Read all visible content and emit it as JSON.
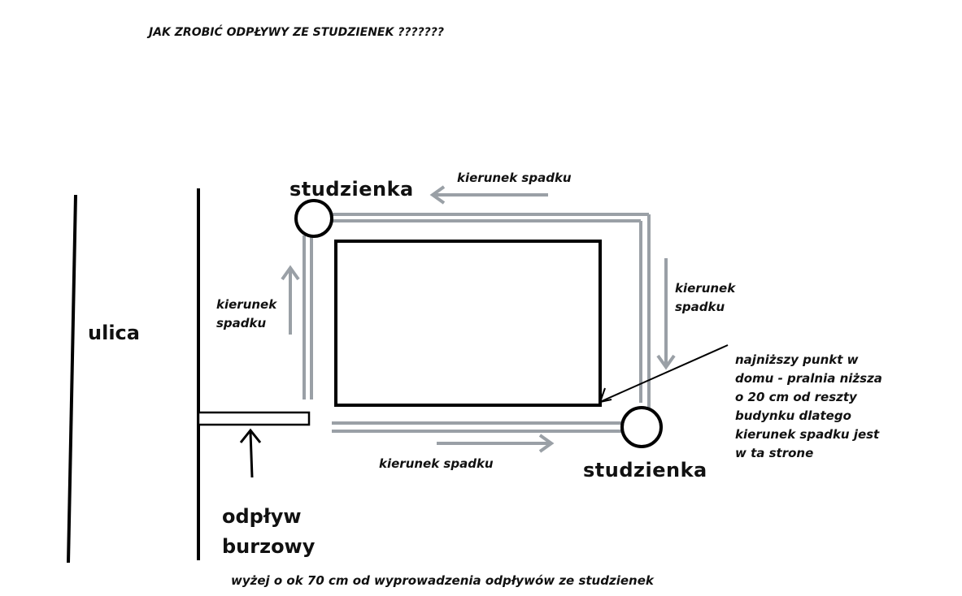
{
  "title": "JAK ZROBIĆ ODPŁYWY  ZE STUDZIENEK ???????",
  "labels": {
    "studzienka_top": "studzienka",
    "studzienka_bottom": "studzienka",
    "kierunek_top": "kierunek spadku",
    "kierunek_right_1": "kierunek",
    "kierunek_right_2": "spadku",
    "kierunek_left_1": "kierunek",
    "kierunek_left_2": "spadku",
    "kierunek_bottom": "kierunek spadku",
    "ulica": "ulica",
    "odplyw_1": "odpływ",
    "odplyw_2": "burzowy"
  },
  "note": {
    "line1": "najniższy punkt w",
    "line2": "domu - pralnia niższa",
    "line3": "o 20 cm od reszty",
    "line4": "budynku dlatego",
    "line5": "kierunek spadku jest",
    "line6": "w ta strone"
  },
  "footer": "wyżej o ok 70 cm od wyprowadzenia odpływów ze studzienek",
  "colors": {
    "ink": "#000000",
    "pipe": "#9aa0a6",
    "arrow": "#9aa0a6",
    "background": "#ffffff"
  }
}
